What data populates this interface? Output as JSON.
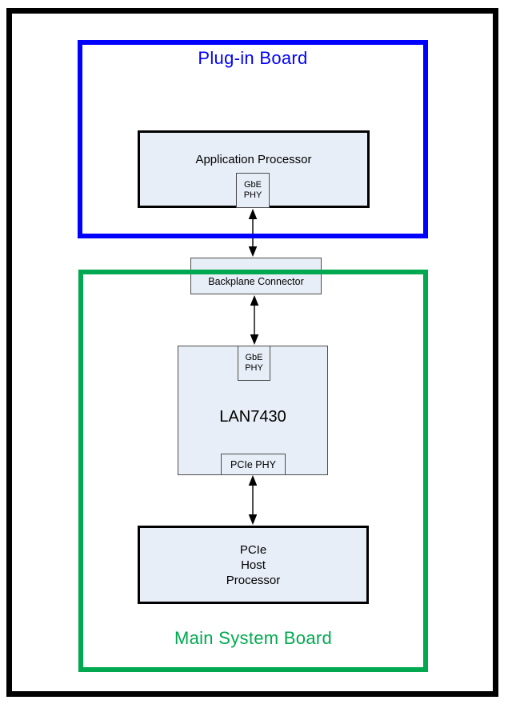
{
  "diagram": {
    "colors": {
      "plug_in_board_border": "#0000ff",
      "main_system_board_border": "#00a94f",
      "box_fill": "#e8eef7",
      "outer_frame": "#000000"
    },
    "plug_in_board": {
      "title": "Plug-in Board",
      "application_processor": {
        "label": "Application Processor",
        "gbe_phy_line1": "GbE",
        "gbe_phy_line2": "PHY"
      }
    },
    "backplane_connector": {
      "label": "Backplane Connector"
    },
    "main_system_board": {
      "title": "Main System Board",
      "lan7430": {
        "label": "LAN7430",
        "gbe_phy_line1": "GbE",
        "gbe_phy_line2": "PHY",
        "pcie_phy_label": "PCIe PHY"
      },
      "pcie_host_processor": {
        "line1": "PCIe",
        "line2": "Host",
        "line3": "Processor"
      }
    }
  }
}
